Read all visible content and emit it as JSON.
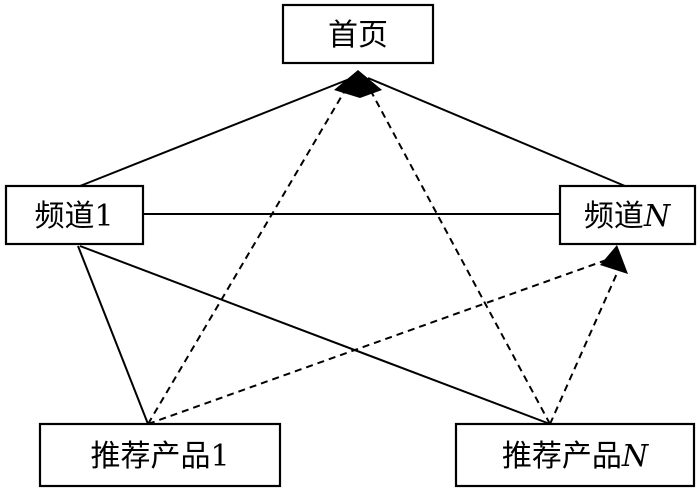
{
  "nodes": {
    "home": {
      "text": "首页",
      "suffix": ""
    },
    "channel_1": {
      "text": "频道",
      "suffix": "1"
    },
    "channel_n": {
      "text": "频道",
      "suffix": "N"
    },
    "product_1": {
      "text": "推荐产品",
      "suffix": "1"
    },
    "product_n": {
      "text": "推荐产品",
      "suffix": "N"
    }
  },
  "edges": [
    {
      "from": "channel_1",
      "to": "home",
      "style": "solid",
      "arrow": true
    },
    {
      "from": "channel_n",
      "to": "home",
      "style": "solid",
      "arrow": true
    },
    {
      "from": "channel_1",
      "to": "channel_n",
      "style": "solid",
      "arrow": false
    },
    {
      "from": "channel_1",
      "to": "product_1",
      "style": "solid",
      "arrow": false
    },
    {
      "from": "channel_1",
      "to": "product_n",
      "style": "solid",
      "arrow": false
    },
    {
      "from": "product_1",
      "to": "home",
      "style": "dashed",
      "arrow": true
    },
    {
      "from": "product_n",
      "to": "home",
      "style": "dashed",
      "arrow": true
    },
    {
      "from": "product_1",
      "to": "channel_n",
      "style": "dashed",
      "arrow": true
    },
    {
      "from": "product_n",
      "to": "channel_n",
      "style": "dashed",
      "arrow": true
    }
  ]
}
